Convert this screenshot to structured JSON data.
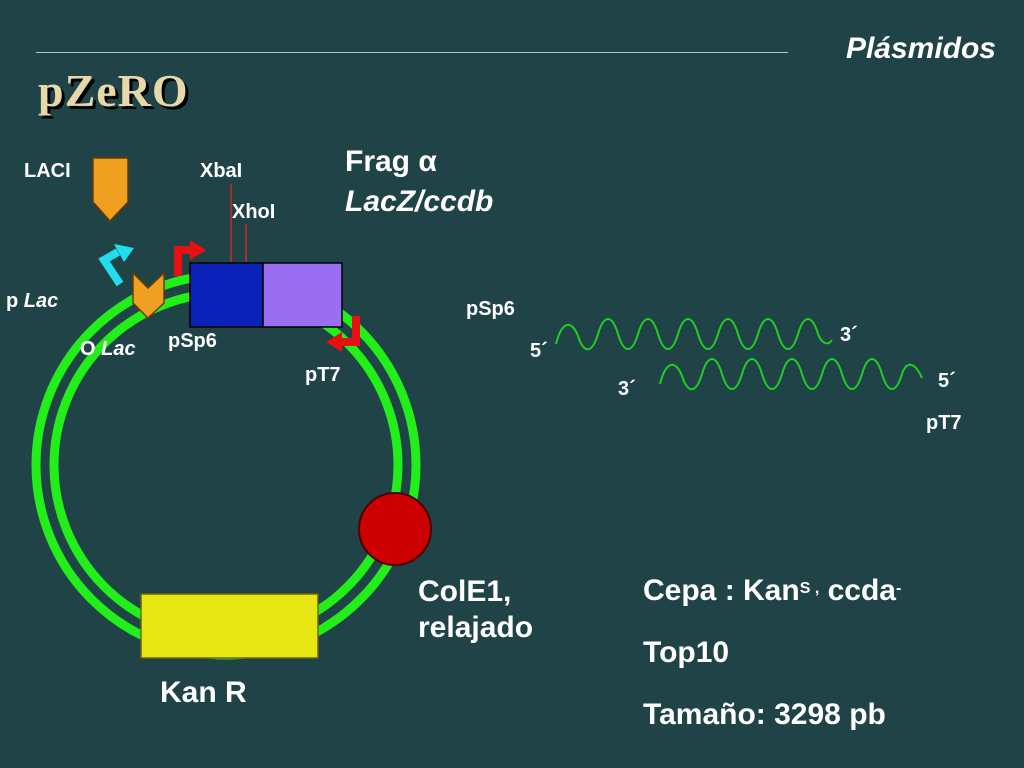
{
  "header": {
    "section": "Plásmidos",
    "title": "pZeRO"
  },
  "plasmid": {
    "fragment_line1": "Frag",
    "fragment_greek": "α",
    "fragment_line2": "LacZ/ccdb",
    "labels": {
      "laci": "LACI",
      "xbai": "XbaI",
      "xhoi": "XhoI",
      "p": "p",
      "lac": "Lac",
      "o": "O",
      "psp6": "pSp6",
      "pt7": "pT7",
      "kan": "Kan R",
      "cole1_line1": "ColE1,",
      "cole1_line2": "relajado"
    },
    "colors": {
      "ring": "#22ee1a",
      "kan_box": "#e6e614",
      "ori": "#cc0000",
      "blue_box": "#0a22b8",
      "violet_box": "#9a6ef0",
      "laci_box": "#f0a020",
      "promoter_arrow": "#e81010",
      "plac_arrow": "#22ddee"
    }
  },
  "transcripts": {
    "psp6": "pSp6",
    "pt7": "pT7",
    "five_prime": "5´",
    "three_prime": "3´",
    "color": "#22cc22"
  },
  "strain": {
    "line1_prefix": "Cepa : Kan",
    "line1_sup1": "S ,",
    "line1_mid": " ccda",
    "line1_sup2": "-",
    "line2": "Top10",
    "line3": "Tamaño: 3298 pb"
  }
}
